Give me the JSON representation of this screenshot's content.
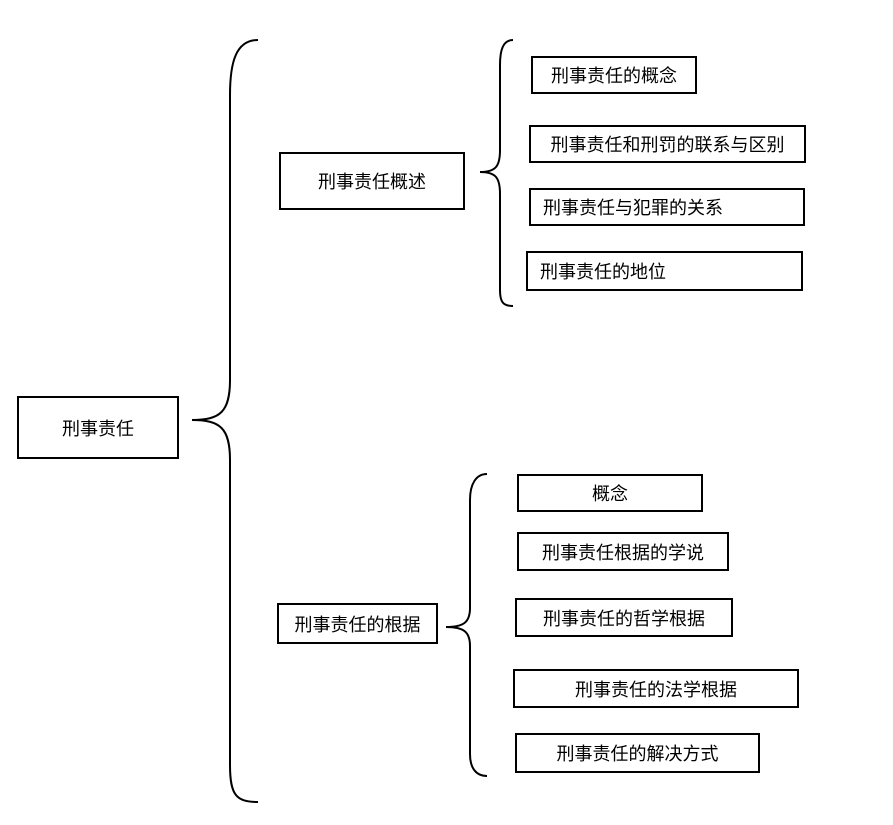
{
  "diagram": {
    "root": {
      "label": "刑事责任"
    },
    "branches": [
      {
        "label": "刑事责任概述",
        "children": [
          "刑事责任的概念",
          "刑事责任和刑罚的联系与区别",
          "刑事责任与犯罪的关系",
          "刑事责任的地位"
        ]
      },
      {
        "label": "刑事责任的根据",
        "children": [
          "概念",
          "刑事责任根据的学说",
          "刑事责任的哲学根据",
          "刑事责任的法学根据",
          "刑事责任的解决方式"
        ]
      }
    ]
  }
}
